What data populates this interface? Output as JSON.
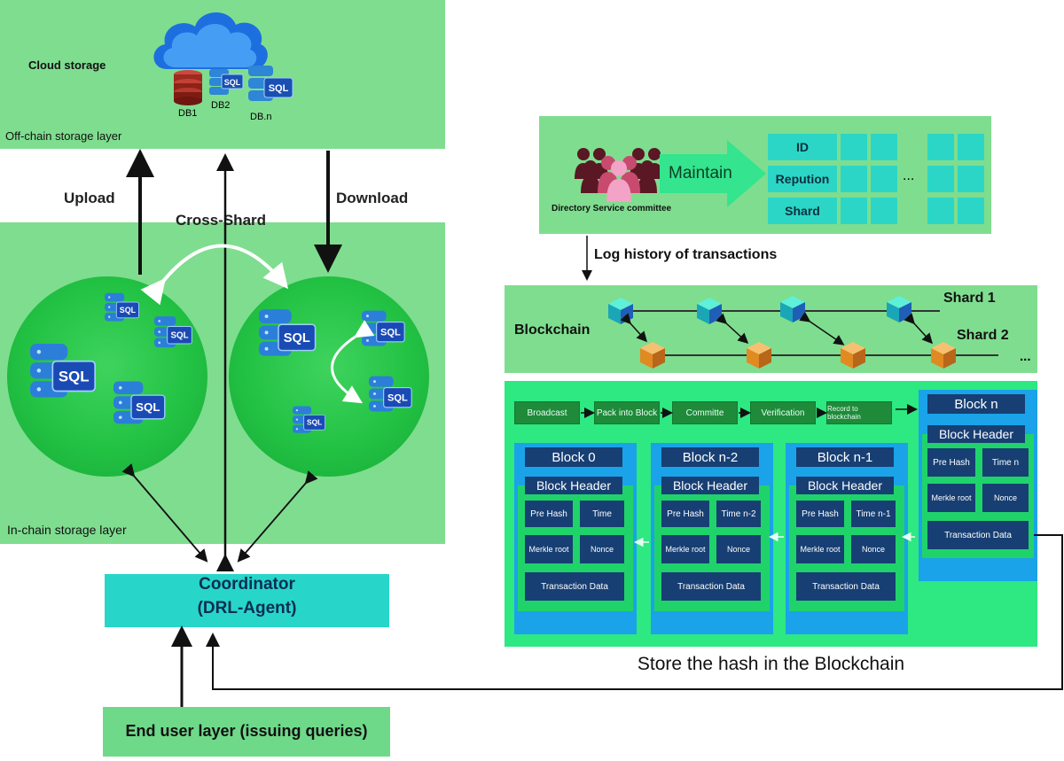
{
  "offchain": {
    "cloud_label": "Cloud storage",
    "layer_label": "Off-chain storage layer",
    "db1": "DB1",
    "db2": "DB2",
    "dbn": "DB.n"
  },
  "arrows": {
    "upload": "Upload",
    "download": "Download",
    "cross_shard": "Cross-Shard"
  },
  "inchain": {
    "layer_label": "In-chain storage layer",
    "sql": "SQL"
  },
  "coordinator": {
    "line1": "Coordinator",
    "line2": "(DRL-Agent)"
  },
  "enduser": {
    "label": "End user layer (issuing queries)"
  },
  "directory": {
    "committee_label": "Directory Service committee",
    "maintain": "Maintain",
    "rows": [
      "ID",
      "Repution",
      "Shard"
    ],
    "ellipsis": "..."
  },
  "log_label": "Log history of transactions",
  "blockchain": {
    "label": "Blockchain",
    "shard1": "Shard 1",
    "shard2": "Shard 2",
    "ellipsis": "..."
  },
  "flow_steps": [
    "Broadcast",
    "Pack into Block",
    "Committe",
    "Verification",
    "Record to blockchain"
  ],
  "blocks": [
    {
      "title": "Block 0",
      "header": "Block Header",
      "prehash": "Pre Hash",
      "time": "Time",
      "merkle": "Merkle root",
      "nonce": "Nonce",
      "tx": "Transaction Data"
    },
    {
      "title": "Block n-2",
      "header": "Block Header",
      "prehash": "Pre Hash",
      "time": "Time n-2",
      "merkle": "Merkle root",
      "nonce": "Nonce",
      "tx": "Transaction Data"
    },
    {
      "title": "Block n-1",
      "header": "Block Header",
      "prehash": "Pre Hash",
      "time": "Time n-1",
      "merkle": "Merkle root",
      "nonce": "Nonce",
      "tx": "Transaction Data"
    },
    {
      "title": "Block n",
      "header": "Block Header",
      "prehash": "Pre Hash",
      "time": "Time n",
      "merkle": "Merkle root",
      "nonce": "Nonce",
      "tx": "Transaction Data"
    }
  ],
  "store_label": "Store the hash in the Blockchain",
  "colors": {
    "panel": "#7fdd8f",
    "circle": "#22c244",
    "coordinator": "#27d6c8",
    "navy": "#173f73",
    "block_outer": "#1aa3e8",
    "block_inner": "#1fd36a"
  }
}
